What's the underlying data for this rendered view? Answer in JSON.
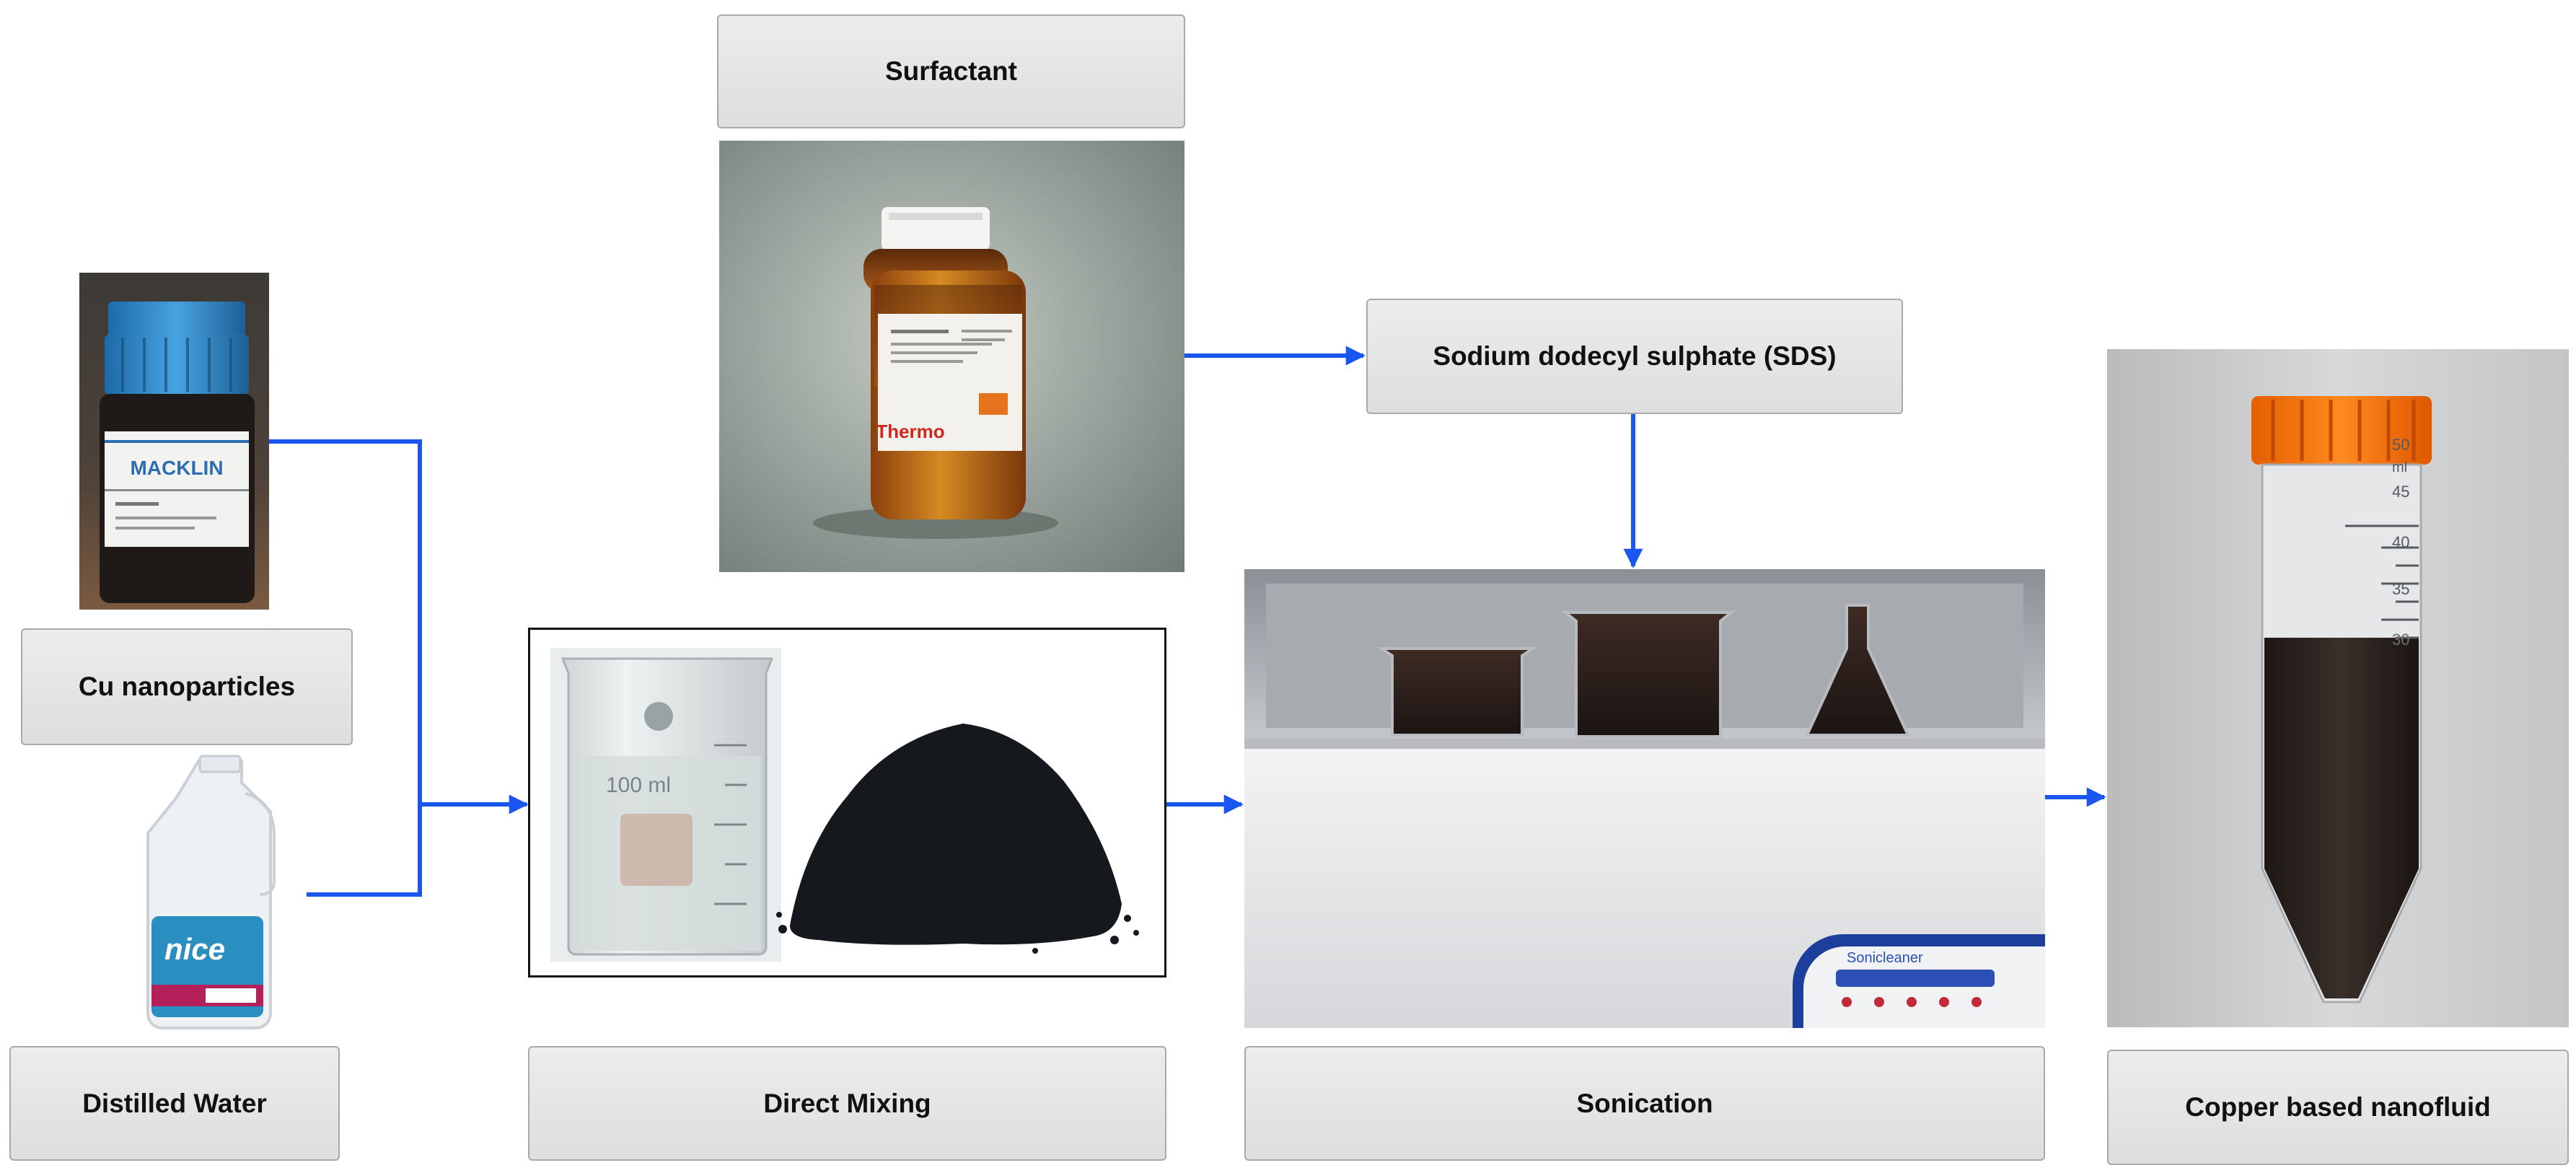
{
  "labels": {
    "surfactant": "Surfactant",
    "sds": "Sodium dodecyl sulphate (SDS)",
    "cu_nanoparticles": "Cu nanoparticles",
    "distilled_water": "Distilled Water",
    "direct_mixing": "Direct Mixing",
    "sonication": "Sonication",
    "copper_nanofluid": "Copper based nanofluid"
  },
  "photo_text": {
    "cu_bottle_brand": "MACKLIN",
    "surfactant_brand": "Thermo",
    "beaker_volume": "100 ml",
    "water_brand": "nice",
    "sonicator_brand": "Sonicleaner",
    "tube_unit": "ml",
    "tube_marks": [
      "50",
      "45",
      "40",
      "35",
      "30"
    ]
  },
  "colors": {
    "arrow": "#1a56f0",
    "box_fill": "#e4e4e4",
    "box_border": "#a9a9a9",
    "tube_cap": "#ff7a12",
    "cu_cap": "#2f86c9",
    "powder": "#15181c"
  }
}
